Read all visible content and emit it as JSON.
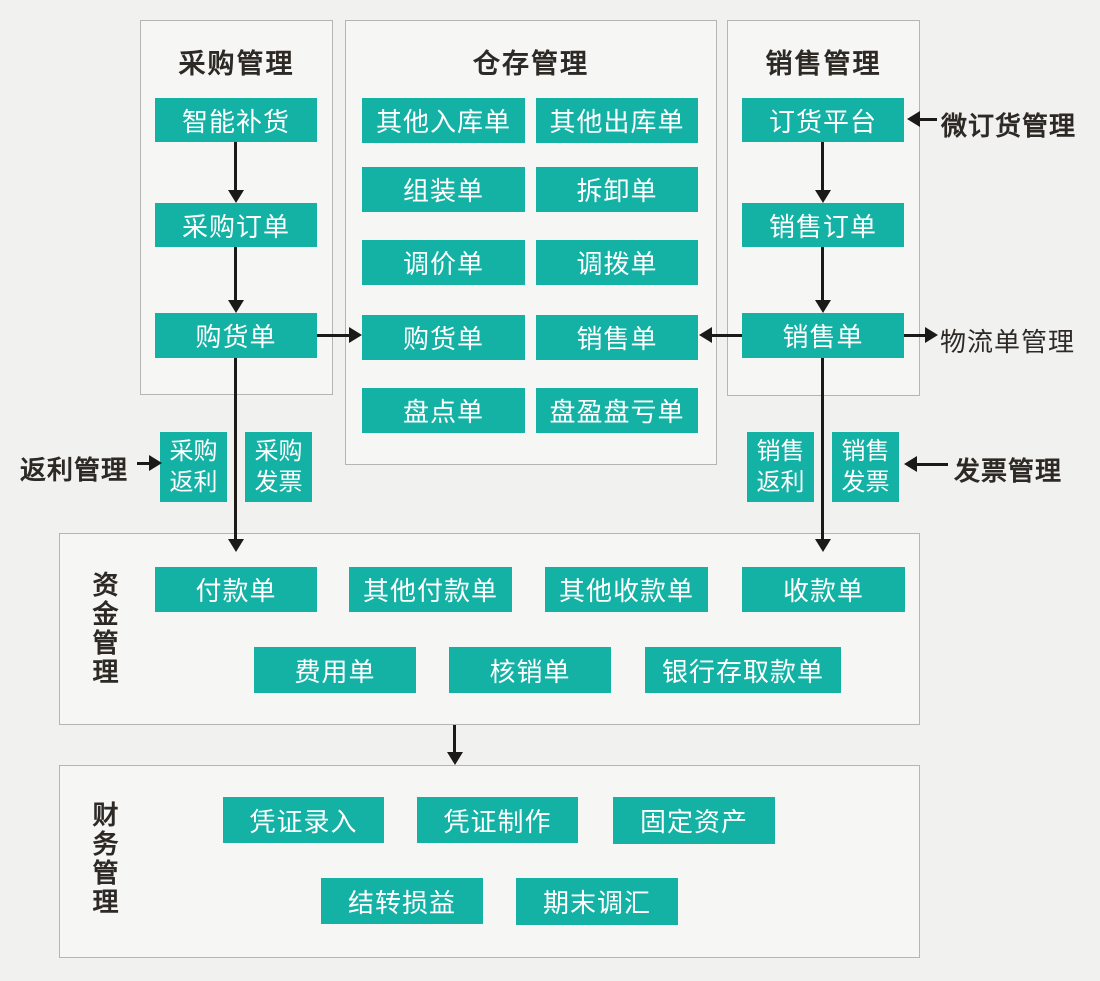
{
  "diagram": {
    "sections": {
      "purchase": {
        "title": "采购管理",
        "items": {
          "replenish": "智能补货",
          "order": "采购订单",
          "bill": "购货单"
        }
      },
      "warehouse": {
        "title": "仓存管理",
        "items": {
          "other_in": "其他入库单",
          "other_out": "其他出库单",
          "assemble": "组装单",
          "disassemble": "拆卸单",
          "reprice": "调价单",
          "transfer": "调拨单",
          "purchase_bill": "购货单",
          "sales_bill": "销售单",
          "stocktake": "盘点单",
          "surplus_loss": "盘盈盘亏单"
        }
      },
      "sales": {
        "title": "销售管理",
        "items": {
          "platform": "订货平台",
          "order": "销售订单",
          "bill": "销售单"
        }
      },
      "funds": {
        "title": "资金管理",
        "items": {
          "payment": "付款单",
          "other_payment": "其他付款单",
          "other_receipt": "其他收款单",
          "receipt": "收款单",
          "expense": "费用单",
          "writeoff": "核销单",
          "bank": "银行存取款单"
        }
      },
      "finance": {
        "title": "财务管理",
        "items": {
          "voucher_entry": "凭证录入",
          "voucher_make": "凭证制作",
          "fixed_assets": "固定资产",
          "profit_loss": "结转损益",
          "fx_adjust": "期末调汇"
        }
      }
    },
    "side_nodes": {
      "purchase_rebate": "采购返利",
      "purchase_invoice": "采购发票",
      "sales_rebate": "销售返利",
      "sales_invoice": "销售发票"
    },
    "labels": {
      "micro_order": "微订货管理",
      "logistics": "物流单管理",
      "rebate": "返利管理",
      "invoice": "发票管理"
    },
    "colors": {
      "node": "#14b1a5",
      "node_text": "#ffffff",
      "heading": "#2d2a26",
      "background": "#f1f1ef",
      "panel": "#f6f6f4",
      "panel_border": "#b5b5b2",
      "arrow": "#1c1a17"
    }
  }
}
